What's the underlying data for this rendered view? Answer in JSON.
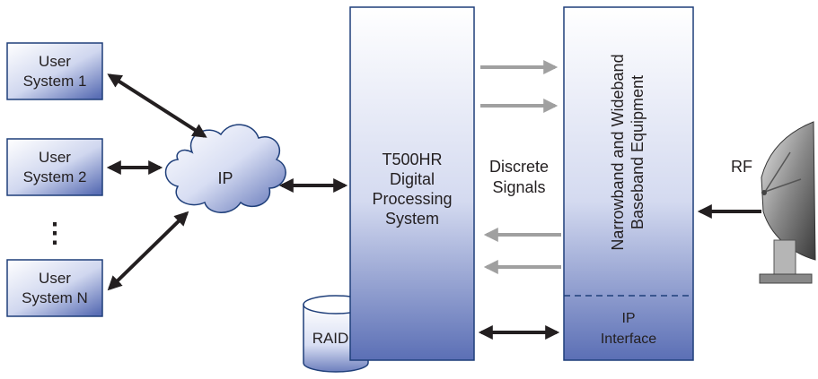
{
  "user_systems": [
    {
      "line1": "User",
      "line2": "System 1"
    },
    {
      "line1": "User",
      "line2": "System 2"
    },
    {
      "line1": "User",
      "line2": "System N"
    }
  ],
  "ellipsis": "⋮",
  "cloud_label": "IP",
  "processor": {
    "line1": "T500HR",
    "line2": "Digital",
    "line3": "Processing",
    "line4": "System"
  },
  "raid_label": "RAID",
  "discrete": {
    "line1": "Discrete",
    "line2": "Signals"
  },
  "baseband": {
    "line1": "Narrowband and Wideband",
    "line2": "Baseband Equipment"
  },
  "ip_interface": {
    "line1": "IP",
    "line2": "Interface"
  },
  "rf_label": "RF",
  "colors": {
    "box_top": "#ffffff",
    "box_bottom": "#5b6fb5",
    "stroke": "#1f3f7a",
    "arrow_dark": "#231f20",
    "arrow_gray": "#a0a0a0"
  }
}
